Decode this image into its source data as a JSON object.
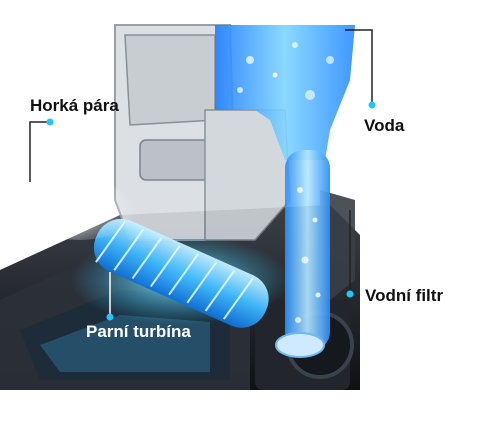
{
  "labels": {
    "hot_steam": "Horká pára",
    "water": "Voda",
    "water_filter": "Vodní filtr",
    "steam_turbine": "Parní turbína"
  },
  "colors": {
    "accent": "#1ec8ff",
    "water_blue": "#3aa6ff",
    "leader_line": "#222222",
    "dark_body": "#1a1d22"
  },
  "icons": {
    "marker": "dot-marker"
  }
}
